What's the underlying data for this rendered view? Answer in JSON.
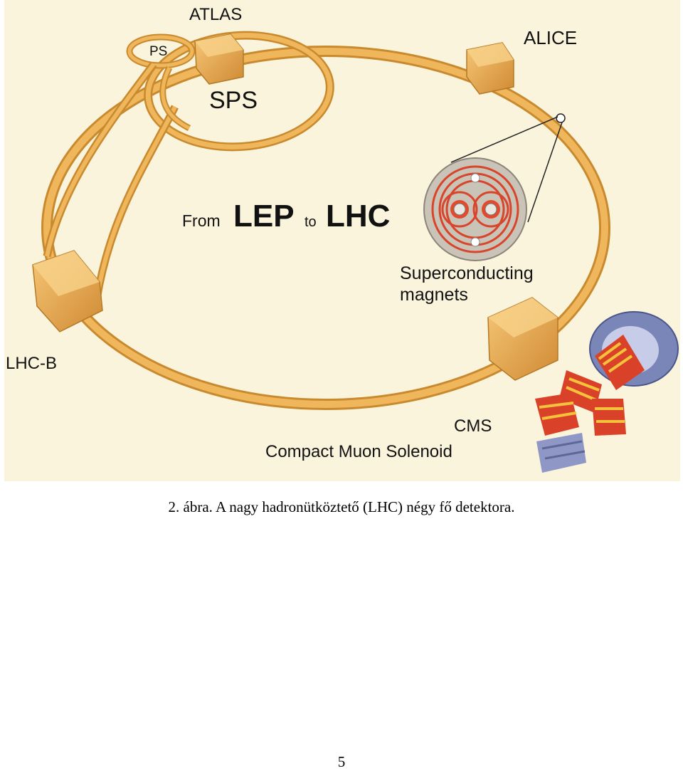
{
  "figure": {
    "labels": {
      "atlas": "ATLAS",
      "ps": "PS",
      "sps": "SPS",
      "alice": "ALICE",
      "from": "From",
      "lep": "LEP",
      "to": "to",
      "lhc": "LHC",
      "superconducting": "Superconducting",
      "magnets": "magnets",
      "lhcb": "LHC-B",
      "cms": "CMS",
      "cms_full": "Compact Muon Solenoid"
    },
    "colors": {
      "ring": "#e8a84a",
      "ring_dark": "#c98a2e",
      "lep": "#2ea32e",
      "lhc": "#b01a1a",
      "magnet_red": "#d9452a",
      "superconducting_text": "#b01a1a"
    }
  },
  "caption": "2. ábra. A nagy hadronütköztető (LHC) négy fő detektora.",
  "page_number": "5"
}
